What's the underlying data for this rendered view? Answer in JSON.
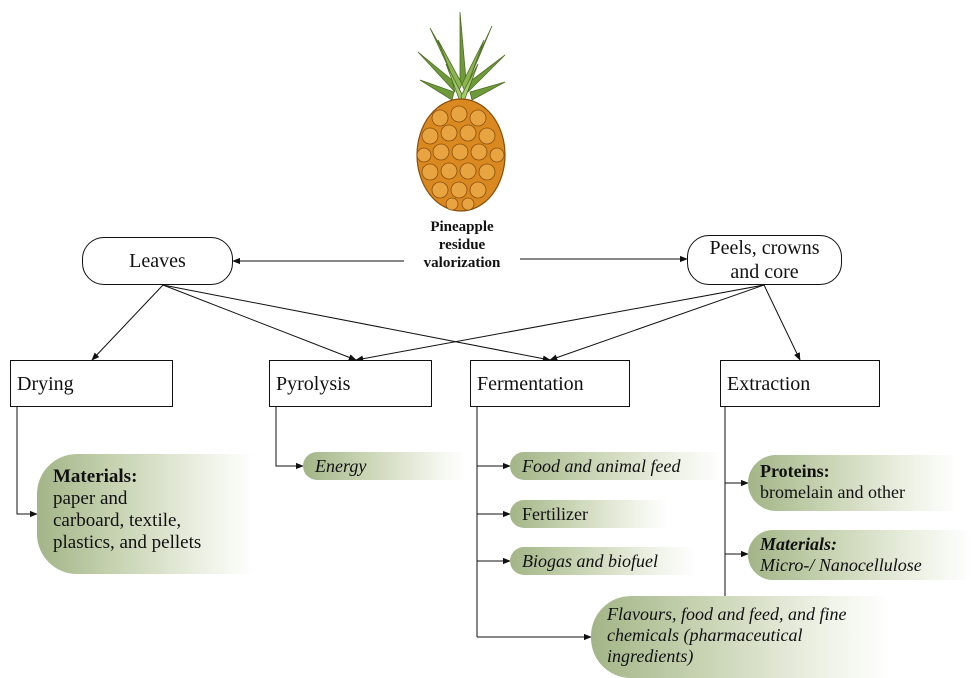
{
  "center": {
    "label_line1": "Pineapple",
    "label_line2": "residue",
    "label_line3": "valorization"
  },
  "sources": {
    "leaves": "Leaves",
    "peels_line1": "Peels, crowns",
    "peels_line2": "and core"
  },
  "processes": {
    "drying": "Drying",
    "pyrolysis": "Pyrolysis",
    "fermentation": "Fermentation",
    "extraction": "Extraction"
  },
  "outputs": {
    "drying_materials_title": "Materials:",
    "drying_materials_line1": "paper and",
    "drying_materials_line2": "carboard, textile,",
    "drying_materials_line3": "plastics, and pellets",
    "energy": "Energy",
    "food_feed": "Food and animal feed",
    "fertilizer": "Fertilizer",
    "biogas": "Biogas and biofuel",
    "proteins_title": "Proteins:",
    "proteins_detail": "bromelain and other",
    "extraction_materials_title": "Materials:",
    "extraction_materials_detail": "Micro-/ Nanocellulose",
    "flavours_line1": "Flavours, food and feed, and fine",
    "flavours_line2": "chemicals (pharmaceutical",
    "flavours_line3": "ingredients)"
  },
  "colors": {
    "output_fill": "#a3b587",
    "pineapple_body": "#d9891f",
    "pineapple_crown": "#6f9a3a",
    "line": "#111111"
  },
  "icons": {
    "pineapple": "pineapple-illustration"
  }
}
